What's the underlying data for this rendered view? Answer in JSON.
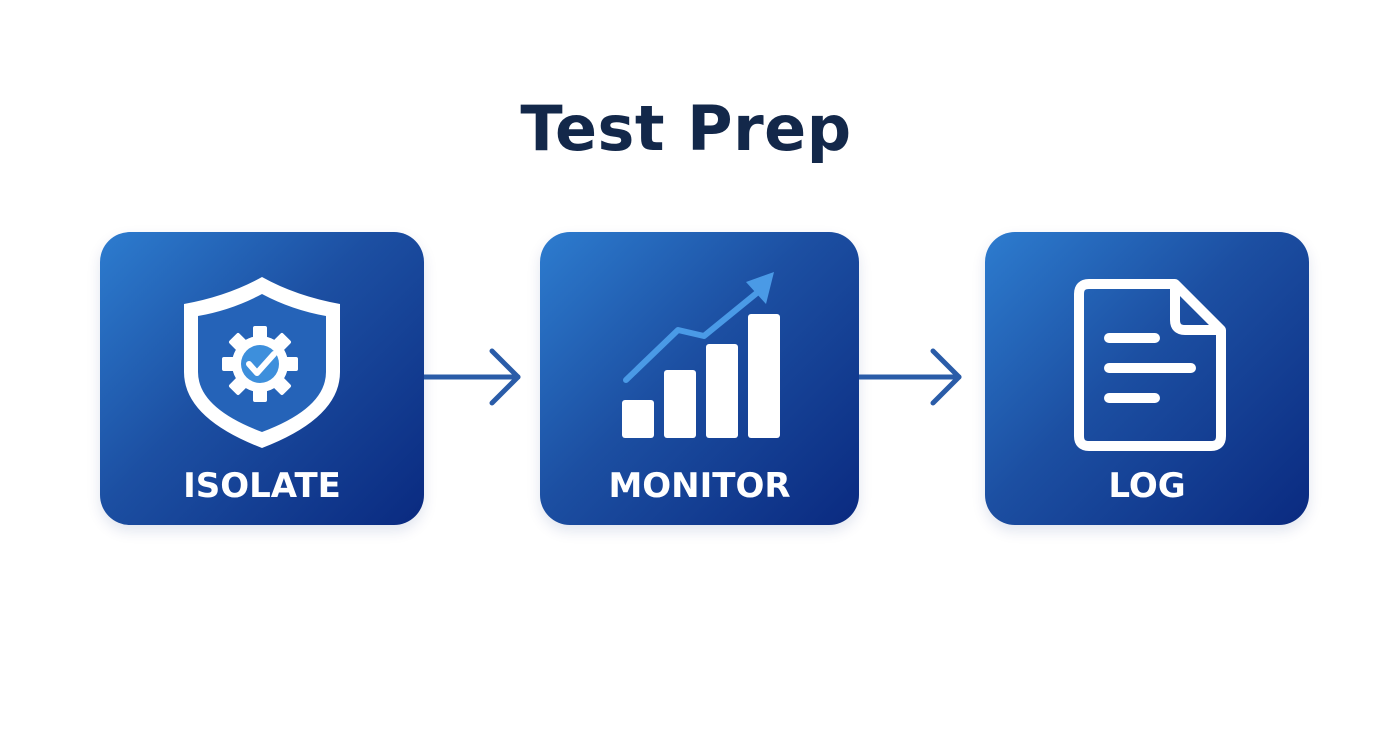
{
  "diagram": {
    "title": "Test Prep",
    "steps": [
      {
        "label": "ISOLATE",
        "icon": "shield-gear-check-icon"
      },
      {
        "label": "MONITOR",
        "icon": "growth-bar-chart-icon"
      },
      {
        "label": "LOG",
        "icon": "document-icon"
      }
    ],
    "colors": {
      "title": "#13284a",
      "box_light": "#2d7ccf",
      "box_dark": "#0a2a80",
      "arrow": "#2a5ca8",
      "icon_accent": "#3d8fdc",
      "label": "#ffffff"
    }
  }
}
